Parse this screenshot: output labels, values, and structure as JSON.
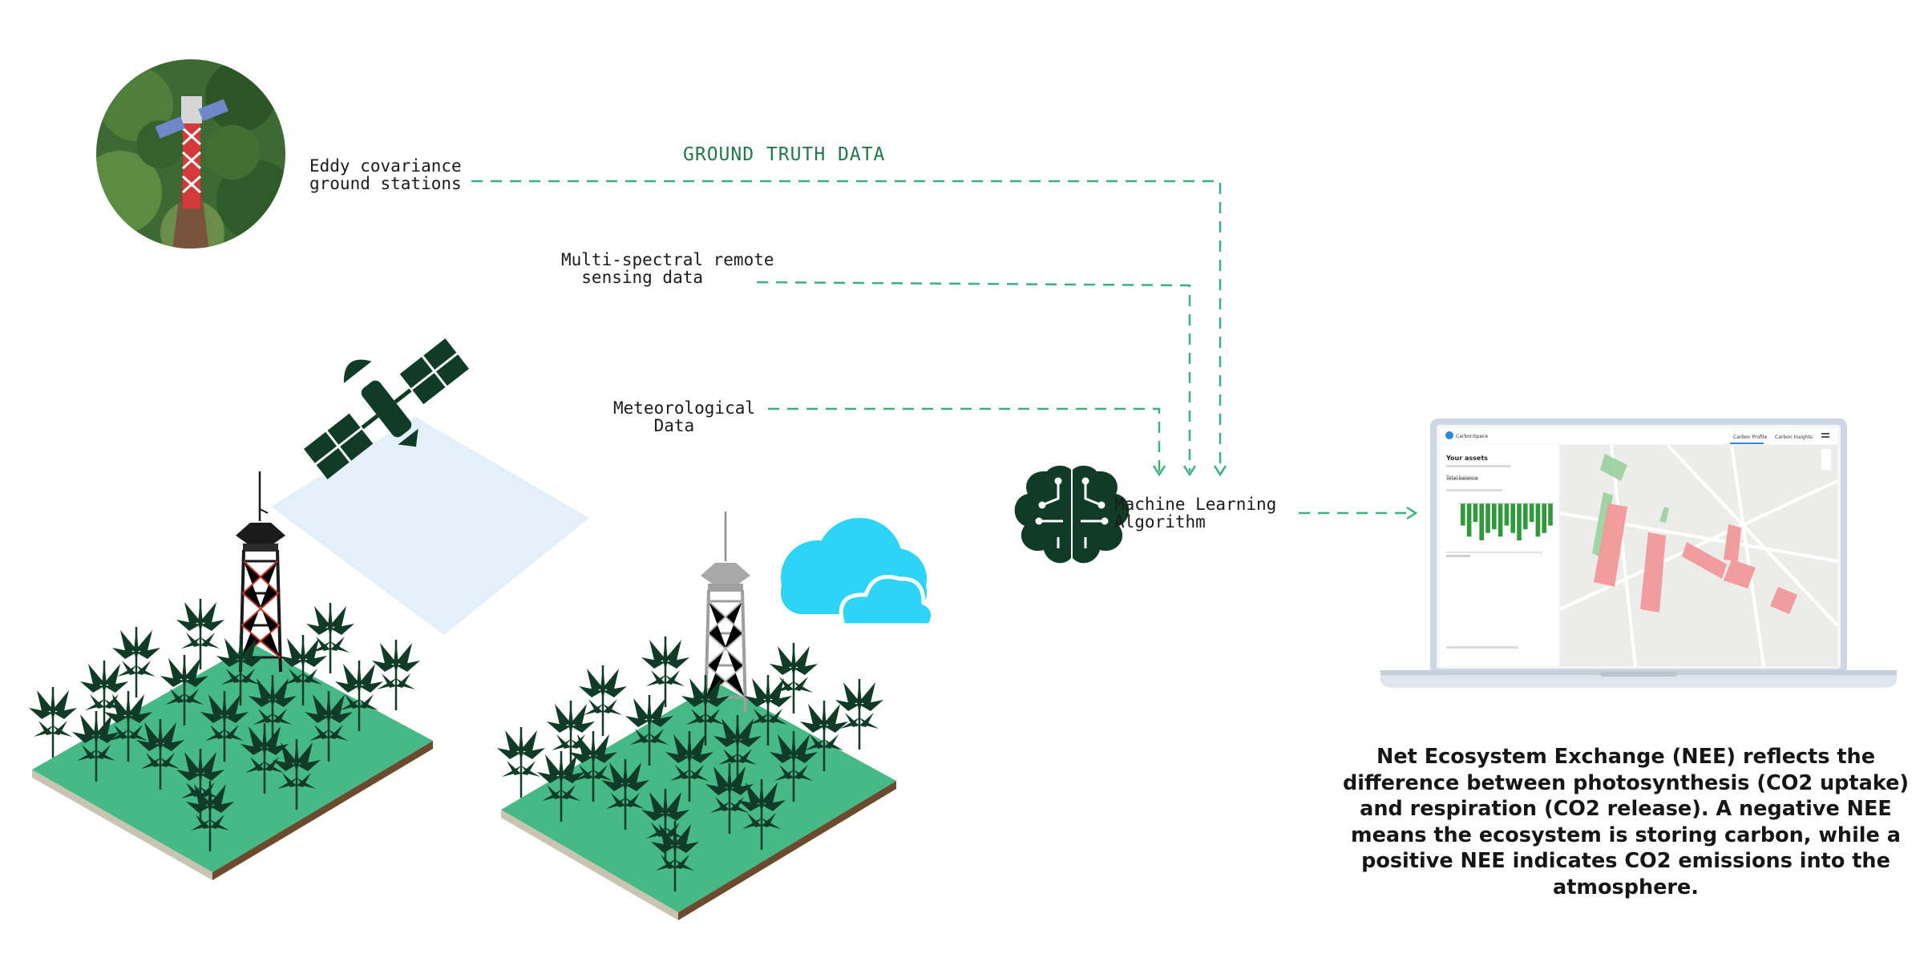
{
  "flow": {
    "ground_truth_label": "GROUND TRUTH DATA",
    "eddy_label": "Eddy covariance\nground stations",
    "remote_label": "Multi-spectral remote\n  sensing data",
    "meteo_label": "Meteorological\n    Data",
    "ml_label": "Machine Learning\nAlgorithm"
  },
  "dashboard": {
    "brand": "CarbonSpace",
    "heading": "Your assets",
    "nav_tabs": [
      "Carbon Profile",
      "Carbon Insights"
    ],
    "section": "Total balance",
    "bar_values": [
      -0.6,
      -0.9,
      -0.5,
      -1.0,
      -0.8,
      -0.7,
      -0.9,
      -0.6,
      -0.8,
      -1.0,
      -0.7,
      -0.5,
      -0.9,
      -0.8,
      -0.6
    ]
  },
  "description": "Net Ecosystem Exchange (NEE) reflects the difference between photosynthesis (CO2 uptake) and respiration (CO2 release). A negative NEE means the ecosystem is storing carbon, while a positive NEE indicates CO2 emissions into the atmosphere.",
  "colors": {
    "accent_green": "#3bb27c",
    "plant": "#0f3b27",
    "field": "#47b987",
    "cloud": "#2dd4f5",
    "sensor_beam": "#e3f0fa",
    "zone_pink": "#f2989a",
    "zone_green": "#9bd19e"
  }
}
